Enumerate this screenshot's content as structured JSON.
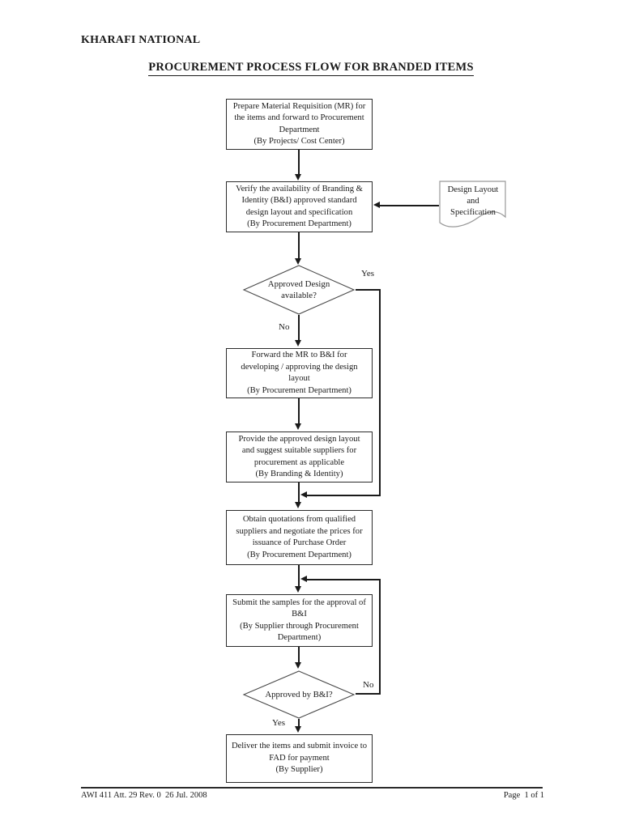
{
  "page": {
    "company": "KHARAFI NATIONAL",
    "title": "PROCUREMENT PROCESS FLOW FOR BRANDED ITEMS",
    "footer_left": "AWI 411 Att. 29 Rev. 0  26 Jul. 2008",
    "footer_right": "Page  1 of 1"
  },
  "flowchart": {
    "steps": {
      "prepare_mr": "Prepare Material Requisition (MR) for\nthe items and forward to Procurement\nDepartment\n(By Projects/ Cost Center)",
      "verify_design": "Verify the availability of Branding &\nIdentity (B&I) approved standard\ndesign layout and specification\n(By Procurement Department)",
      "forward_mr": "Forward the MR to B&I for\ndeveloping / approving the design\nlayout\n(By Procurement Department)",
      "provide_layout": "Provide the approved design layout\nand suggest suitable suppliers for\nprocurement as applicable\n(By Branding & Identity)",
      "obtain_quotes": "Obtain quotations from qualified\nsuppliers and negotiate the prices for\nissuance of Purchase Order\n(By Procurement Department)",
      "submit_samples": "Submit the samples for the approval of\nB&I\n(By Supplier through Procurement\nDepartment)",
      "deliver_items": "Deliver the items and submit invoice to\nFAD for payment\n(By Supplier)"
    },
    "decisions": {
      "design_available": "Approved Design\navailable?",
      "approved_by_bi": "Approved by B&I?"
    },
    "document_shape": "Design Layout\nand\nSpecification",
    "labels": {
      "design_yes": "Yes",
      "design_no": "No",
      "bi_no": "No",
      "bi_yes": "Yes"
    },
    "colors": {
      "line": "#1a1a1a",
      "box_border": "#2b2b2b",
      "document_border": "#999999",
      "background": "#ffffff"
    }
  }
}
